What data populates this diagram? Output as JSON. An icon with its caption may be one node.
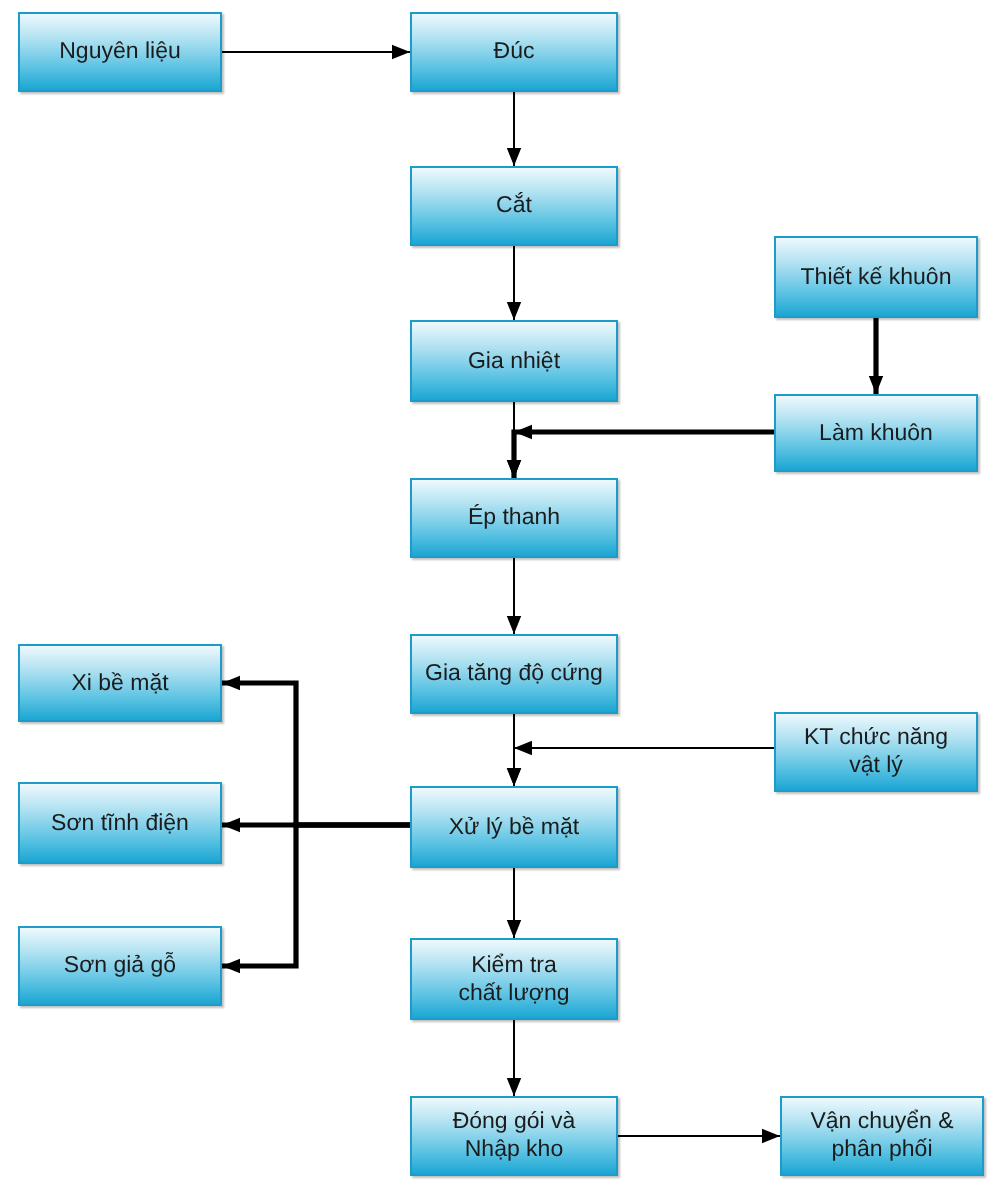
{
  "diagram": {
    "nodes": [
      {
        "text": [
          "Nguyên liệu"
        ]
      },
      {
        "text": [
          "Đúc"
        ]
      },
      {
        "text": [
          "Cắt"
        ]
      },
      {
        "text": [
          "Gia nhiệt"
        ]
      },
      {
        "text": [
          "Thiết kế khuôn"
        ]
      },
      {
        "text": [
          "Làm khuôn"
        ]
      },
      {
        "text": [
          "Ép thanh"
        ]
      },
      {
        "text": [
          "Gia tăng độ cứng"
        ]
      },
      {
        "text": [
          "KT chức năng vật lý"
        ]
      },
      {
        "text": [
          "Xử lý bề mặt"
        ]
      },
      {
        "text": [
          "Xi bề mặt"
        ]
      },
      {
        "text": [
          "Sơn tĩnh điện"
        ]
      },
      {
        "text": [
          "Sơn giả gỗ"
        ]
      },
      {
        "text": [
          "Kiểm tra chất lượng"
        ]
      },
      {
        "text": [
          "Đóng gói và Nhập kho"
        ]
      },
      {
        "text": [
          "Vận chuyển & phân phối"
        ]
      }
    ],
    "edges": [
      {
        "from": 0,
        "to": 1,
        "arrow": "to"
      },
      {
        "from": 1,
        "to": 2,
        "arrow": "to"
      },
      {
        "from": 2,
        "to": 3,
        "arrow": "to"
      },
      {
        "from": 3,
        "to": 6,
        "arrow": "to"
      },
      {
        "from": 4,
        "to": 5,
        "arrow": "to",
        "style": "thick"
      },
      {
        "from": 5,
        "to": 6,
        "arrow": "to",
        "style": "thick"
      },
      {
        "from": 6,
        "to": 7,
        "arrow": "to"
      },
      {
        "from": 7,
        "to": 9,
        "arrow": "to"
      },
      {
        "from": 8,
        "to": 9,
        "arrow": "to"
      },
      {
        "from": 9,
        "to": 10,
        "arrow": "to",
        "style": "thick"
      },
      {
        "from": 9,
        "to": 11,
        "arrow": "to",
        "style": "thick"
      },
      {
        "from": 9,
        "to": 12,
        "arrow": "to",
        "style": "thick"
      },
      {
        "from": 9,
        "to": 13,
        "arrow": "to"
      },
      {
        "from": 13,
        "to": 14,
        "arrow": "to"
      },
      {
        "from": 14,
        "to": 15,
        "arrow": "to"
      }
    ]
  }
}
